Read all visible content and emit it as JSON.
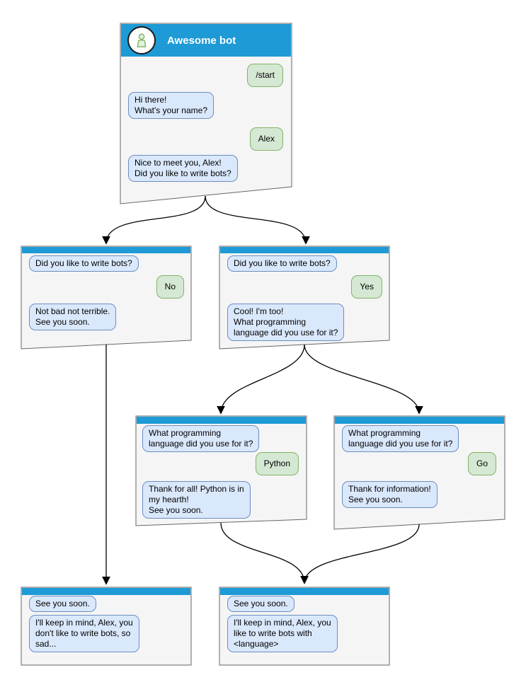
{
  "diagram": {
    "kind": "chatbot-conversation-flowchart",
    "colors": {
      "header_blue": "#1e9ad6",
      "card_fill": "#f5f5f5",
      "card_border": "#666666",
      "bot_bubble_fill": "#dae8fc",
      "bot_bubble_border": "#6c8ebf",
      "user_bubble_fill": "#d5e8d4",
      "user_bubble_border": "#82b366",
      "connector": "#000000"
    },
    "nodes": {
      "main": {
        "title": "Awesome bot",
        "avatar_icon": "person-icon",
        "messages": [
          {
            "from": "user",
            "text": "/start"
          },
          {
            "from": "bot",
            "text": "Hi there!\nWhat's your name?"
          },
          {
            "from": "user",
            "text": "Alex"
          },
          {
            "from": "bot",
            "text": "Nice to meet you, Alex!\nDid you like to write bots?"
          }
        ]
      },
      "branch_no": {
        "messages": [
          {
            "from": "bot",
            "text": "Did you like to write bots?"
          },
          {
            "from": "user",
            "text": "No"
          },
          {
            "from": "bot",
            "text": "Not bad not terrible.\nSee you soon."
          }
        ]
      },
      "branch_yes": {
        "messages": [
          {
            "from": "bot",
            "text": "Did you like to write bots?"
          },
          {
            "from": "user",
            "text": "Yes"
          },
          {
            "from": "bot",
            "text": "Cool! I'm too!\nWhat programming\nlanguage did you use for it?"
          }
        ]
      },
      "branch_python": {
        "messages": [
          {
            "from": "bot",
            "text": "What programming\nlanguage did you use for it?"
          },
          {
            "from": "user",
            "text": "Python"
          },
          {
            "from": "bot",
            "text": "Thank for all! Python is in\nmy hearth!\nSee you soon."
          }
        ]
      },
      "branch_go": {
        "messages": [
          {
            "from": "bot",
            "text": "What programming\nlanguage did you use for it?"
          },
          {
            "from": "user",
            "text": "Go"
          },
          {
            "from": "bot",
            "text": "Thank for information!\nSee you soon."
          }
        ]
      },
      "end_no": {
        "messages": [
          {
            "from": "bot",
            "text": "See you soon."
          },
          {
            "from": "bot",
            "text": "I'll keep in mind, Alex, you\ndon't like to write bots, so\nsad..."
          }
        ]
      },
      "end_language": {
        "messages": [
          {
            "from": "bot",
            "text": "See you soon."
          },
          {
            "from": "bot",
            "text": "I'll keep in mind, Alex, you\nlike to write bots with\n<language>"
          }
        ]
      }
    },
    "edges": [
      {
        "from": "main",
        "to": "branch_no"
      },
      {
        "from": "main",
        "to": "branch_yes"
      },
      {
        "from": "branch_no",
        "to": "end_no"
      },
      {
        "from": "branch_yes",
        "to": "branch_python"
      },
      {
        "from": "branch_yes",
        "to": "branch_go"
      },
      {
        "from": "branch_python",
        "to": "end_language"
      },
      {
        "from": "branch_go",
        "to": "end_language"
      }
    ]
  }
}
